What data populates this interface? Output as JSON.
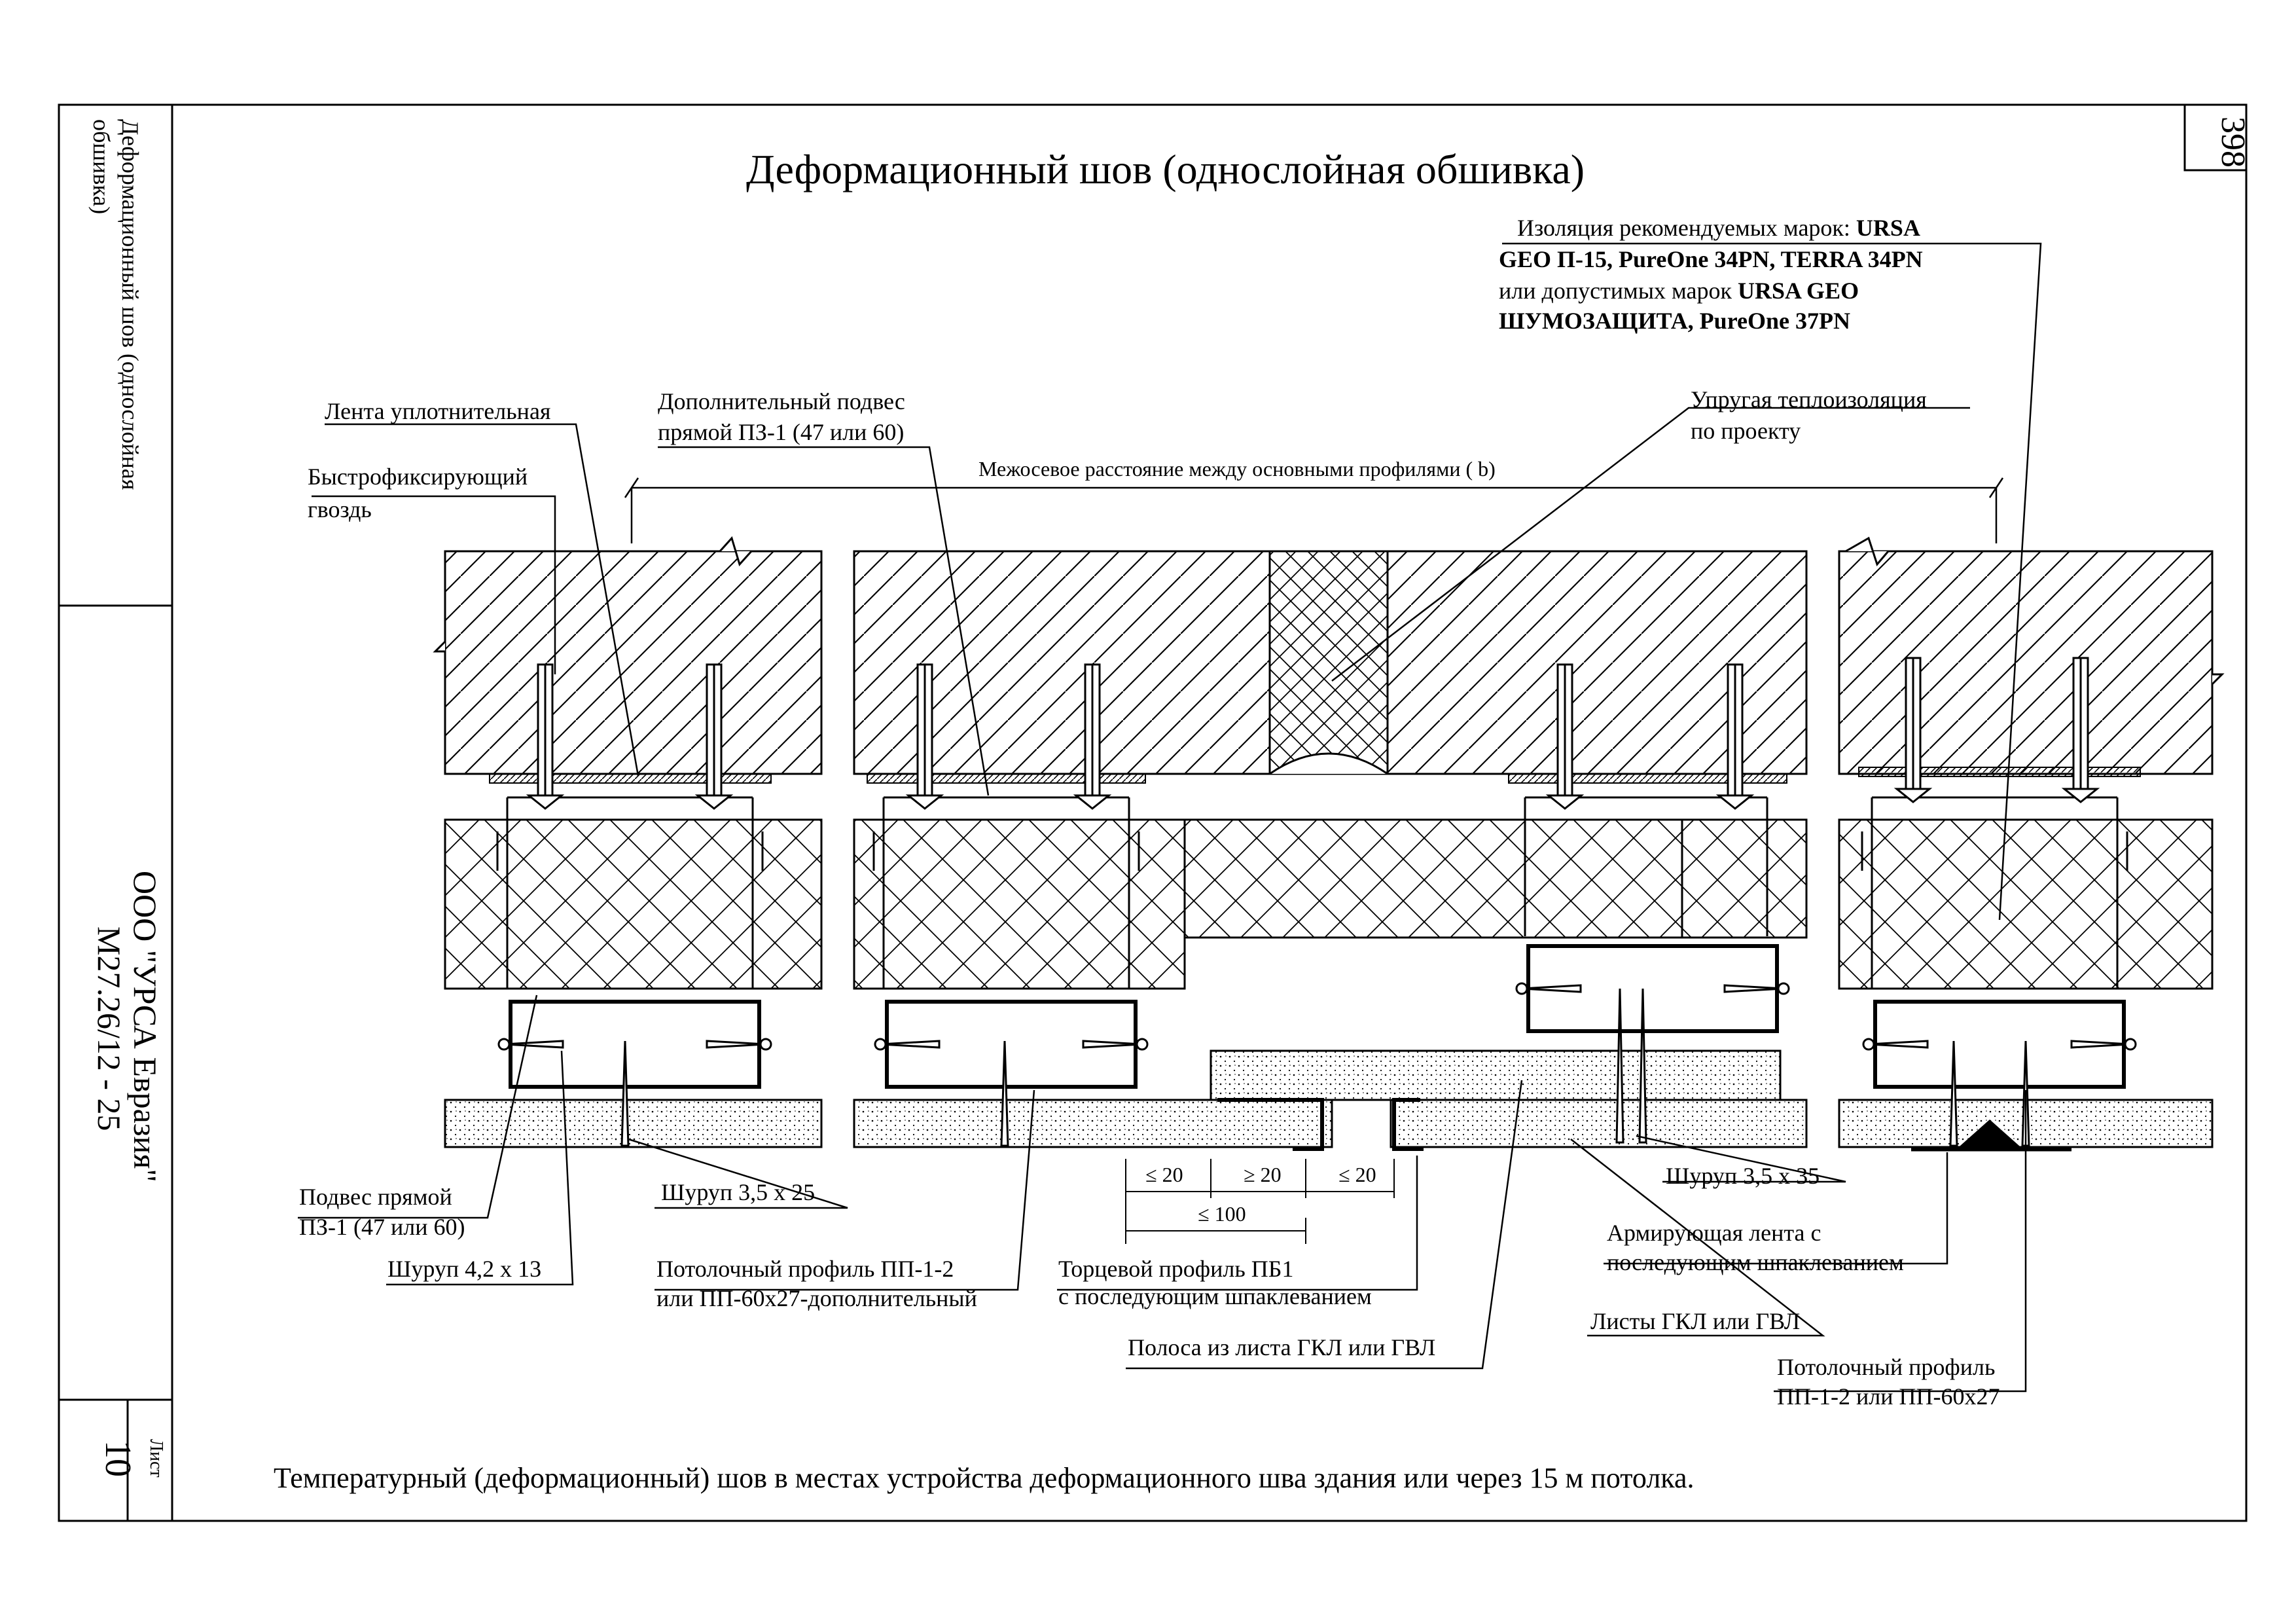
{
  "title": "Деформационный шов (однослойная обшивка)",
  "page_number": "398",
  "side_block": {
    "subject_line1": "Деформационный шов (однослойная",
    "subject_line2": "обшивка)",
    "company": "ООО \"УРСА Евразия\"",
    "doc_code": "М27.26/12 - 25",
    "sheet_label": "Лист",
    "sheet_number": "10"
  },
  "callouts": {
    "insulation_line1_a": "Изоляция рекомендуемых марок: ",
    "insulation_line1_b": "URSA",
    "insulation_line2": "GEO П-15, PureOne 34PN, TERRA 34PN",
    "insulation_line3_a": "или допустимых марок ",
    "insulation_line3_b": "URSA GEO",
    "insulation_line4": "ШУМОЗАЩИТА, PureOne 37PN",
    "sealing_tape": "Лента уплотнительная",
    "extra_hanger_line1": "Дополнительный подвес",
    "extra_hanger_line2": "прямой ПЗ-1 (47 или 60)",
    "elastic_insulation_line1": "Упругая теплоизоляция",
    "elastic_insulation_line2": "по проекту",
    "quick_nail_line1": "Быстрофиксирующий",
    "quick_nail_line2": "гвоздь",
    "axis_distance": "Межосевое расстояние между основными профилями ( b)",
    "direct_hanger_line1": "Подвес прямой",
    "direct_hanger_line2": "ПЗ-1 (47 или 60)",
    "screw_35x25": "Шуруп 3,5 х 25",
    "screw_42x13": "Шуруп 4,2 х 13",
    "ceiling_profile_extra_line1": "Потолочный профиль ПП-1-2",
    "ceiling_profile_extra_line2": "или ПП-60х27-дополнительный",
    "end_profile_line1": "Торцевой профиль ПБ1",
    "end_profile_line2": "с последующим шпаклеванием",
    "strip_gkl": "Полоса из листа ГКЛ или ГВЛ",
    "screw_35x35": "Шуруп 3,5 х 35",
    "reinforcing_tape_line1": "Армирующая лента с",
    "reinforcing_tape_line2": "последующим шпаклеванием",
    "sheets_gkl": "Листы ГКЛ или ГВЛ",
    "ceiling_profile_line1": "Потолочный профиль",
    "ceiling_profile_line2": "ПП-1-2 или ПП-60х27"
  },
  "dimensions": {
    "d1": "≤ 20",
    "d2": "≥ 20",
    "d3": "≤ 20",
    "d4": "≤ 100"
  },
  "footer_note": "Температурный (деформационный) шов  в местах устройства деформационного шва здания или через 15 м потолка."
}
